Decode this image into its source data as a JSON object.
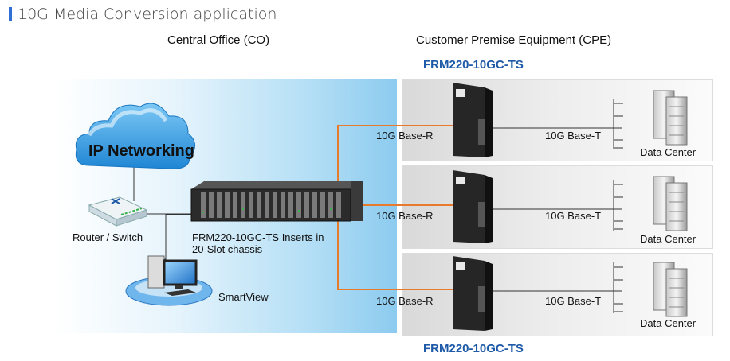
{
  "title": "10G Media Conversion application",
  "headers": {
    "central_office": "Central Office (CO)",
    "customer_premise": "Customer Premise Equipment (CPE)"
  },
  "model_top": "FRM220-10GC-TS",
  "model_bottom": "FRM220-10GC-TS",
  "cloud_label": "IP Networking",
  "router_label": "Router / Switch",
  "chassis_label_line1": "FRM220-10GC-TS Inserts in",
  "chassis_label_line2": "20-Slot chassis",
  "smartview_label": "SmartView",
  "links": [
    {
      "left": "10G Base-R",
      "right": "10G Base-T",
      "endpoint": "Data Center"
    },
    {
      "left": "10G Base-R",
      "right": "10G Base-T",
      "endpoint": "Data Center"
    },
    {
      "left": "10G Base-R",
      "right": "10G Base-T",
      "endpoint": "Data Center"
    }
  ],
  "colors": {
    "accent": "#2f6fd6",
    "model_text": "#1e5aa8",
    "fiber_link": "#e87a2c",
    "cloud": "#3aa3e3"
  }
}
